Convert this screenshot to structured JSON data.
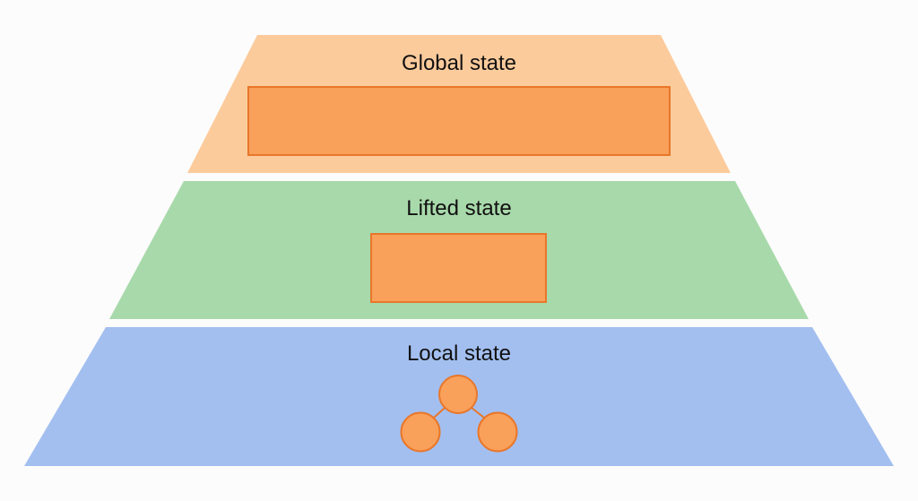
{
  "diagram": {
    "layers": [
      {
        "label": "Global state",
        "color": "#fccb9c"
      },
      {
        "label": "Lifted state",
        "color": "#a8d9aa"
      },
      {
        "label": "Local state",
        "color": "#a3bff0"
      }
    ],
    "shape_fill": "#f9a05a",
    "shape_stroke": "#e8772a"
  }
}
